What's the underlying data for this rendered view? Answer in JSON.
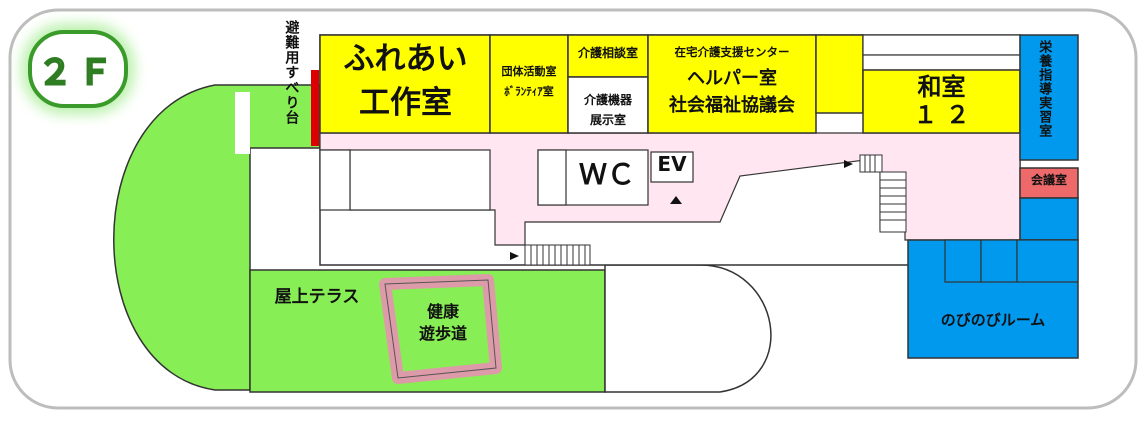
{
  "floor_label": "２Ｆ",
  "rooms": {
    "fureai": {
      "line1": "ふれあい",
      "line2": "工作室"
    },
    "dantai": {
      "line1": "団体活動室",
      "line2": "ﾎﾞﾗﾝﾃｨｱ室"
    },
    "kaigo_soudan": "介護相談室",
    "kaigo_kiki": {
      "line1": "介護機器",
      "line2": "展示室"
    },
    "zaitaku": {
      "line1": "在宅介護支援センター",
      "line2": "ヘルパー室",
      "line3": "社会福祉協議会"
    },
    "washitsu": {
      "line1": "和室",
      "line2": "１ ２"
    },
    "eiyou": "栄養指導実習室",
    "kaigi": "会議室",
    "nobinobi": "のびのびルーム",
    "wc": "ＷＣ",
    "ev": "EV",
    "hinan": "避難用すべり台",
    "okujou": "屋上テラス",
    "kenkou": {
      "line1": "健康",
      "line2": "遊歩道"
    }
  },
  "colors": {
    "terrace_green": "#88ee55",
    "room_yellow": "#ffff00",
    "corridor_pink": "#ffe6f0",
    "blue_room": "#0099ee",
    "meeting_red": "#ee6a6a",
    "slide_red": "#dd0000"
  }
}
